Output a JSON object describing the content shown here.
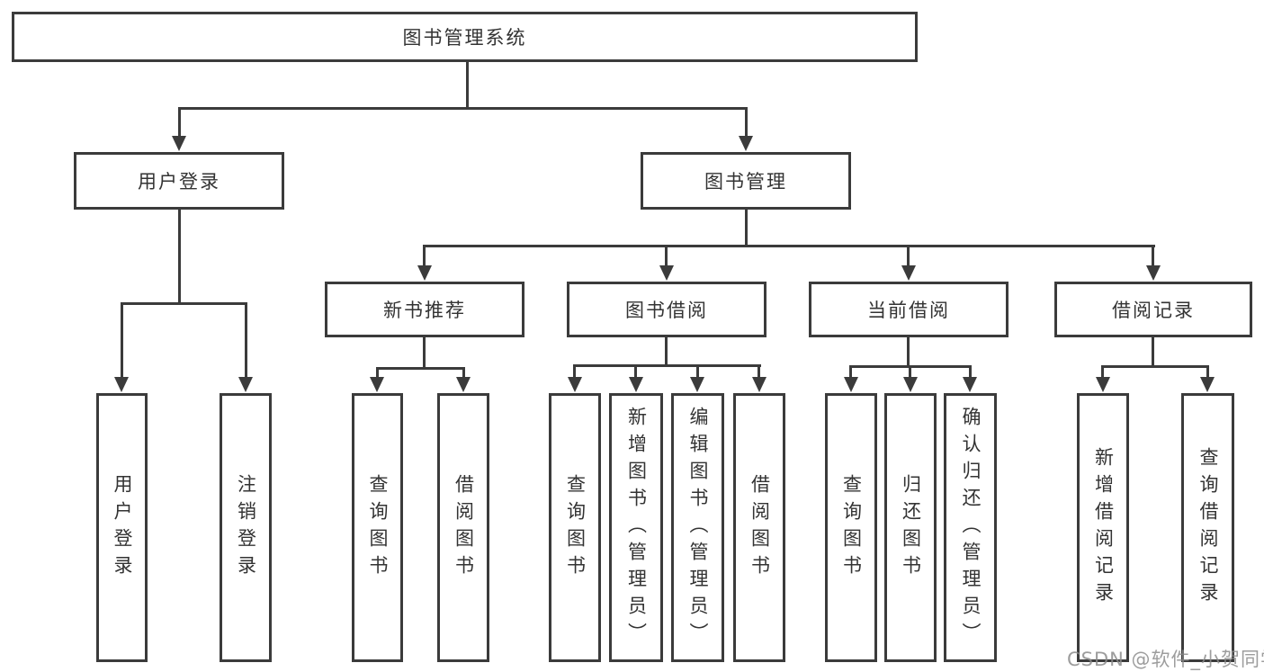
{
  "colors": {
    "background": "#ffffff",
    "line": "#3b3b3b",
    "text": "#333333",
    "watermark": "#8c8c8c"
  },
  "tree": {
    "label": "图书管理系统",
    "children": [
      {
        "label": "用户登录",
        "children": [
          {
            "label": "用户登录"
          },
          {
            "label": "注销登录"
          }
        ]
      },
      {
        "label": "图书管理",
        "children": [
          {
            "label": "新书推荐",
            "children": [
              {
                "label": "查询图书"
              },
              {
                "label": "借阅图书"
              }
            ]
          },
          {
            "label": "图书借阅",
            "children": [
              {
                "label": "查询图书"
              },
              {
                "label": "新增图书（管理员）"
              },
              {
                "label": "编辑图书（管理员）"
              },
              {
                "label": "借阅图书"
              }
            ]
          },
          {
            "label": "当前借阅",
            "children": [
              {
                "label": "查询图书"
              },
              {
                "label": "归还图书"
              },
              {
                "label": "确认归还（管理员）"
              }
            ]
          },
          {
            "label": "借阅记录",
            "children": [
              {
                "label": "新增借阅记录"
              },
              {
                "label": "查询借阅记录"
              }
            ]
          }
        ]
      }
    ]
  },
  "watermark": {
    "text": "CSDN @软件_小贺同学"
  }
}
